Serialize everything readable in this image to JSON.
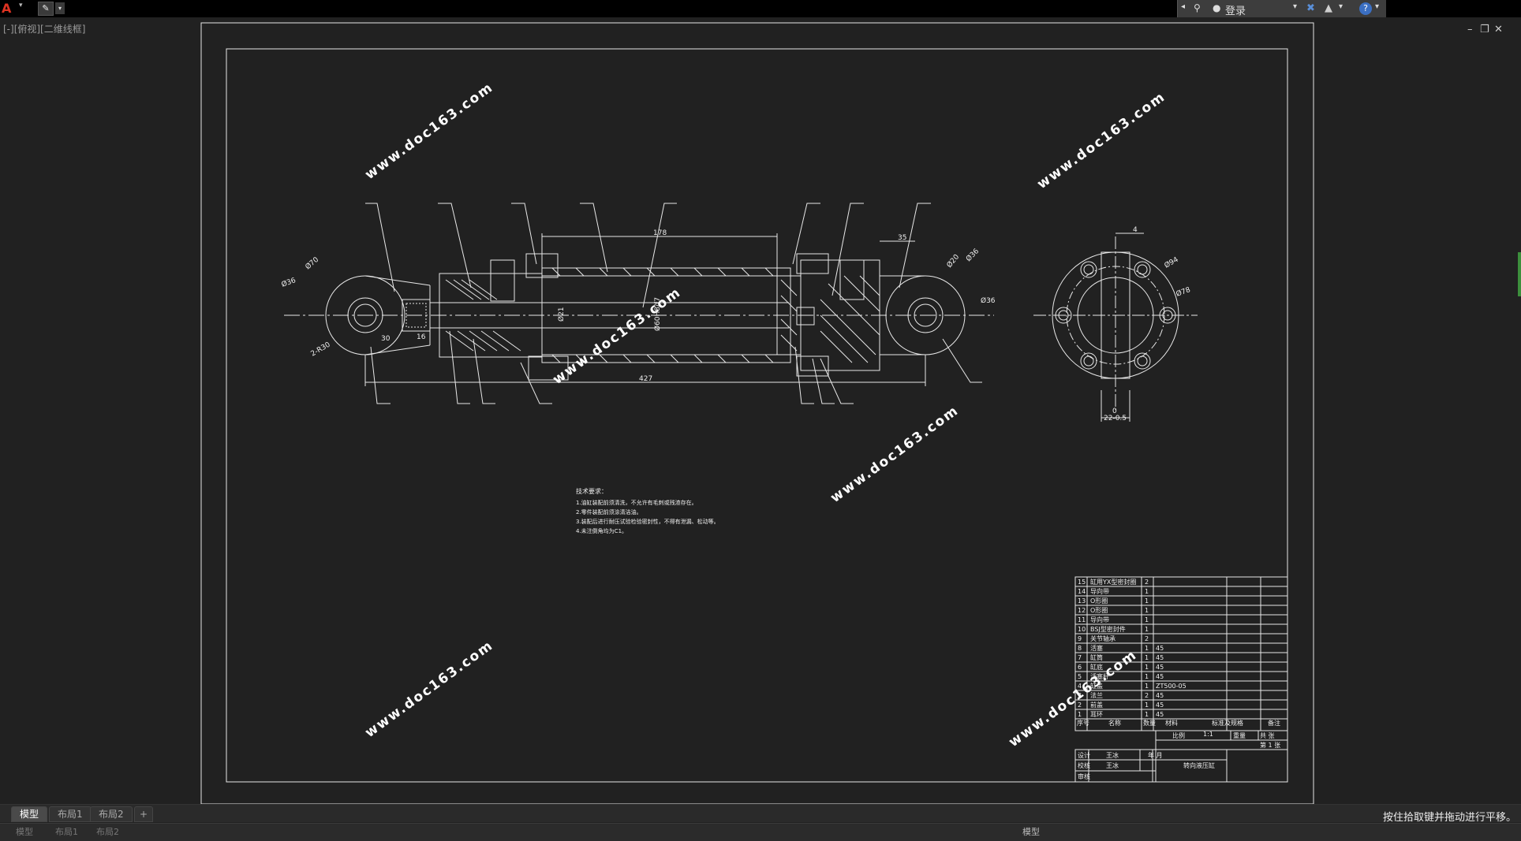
{
  "app": {
    "logo": "A"
  },
  "toolbar": {
    "quick_access_icon": "✎",
    "dropdown": "▾"
  },
  "login": {
    "label": "登录",
    "arrow_left": "◂",
    "dropdown": "▾",
    "help": "?"
  },
  "viewport": {
    "label": "[-][俯视][二维线框]"
  },
  "window_controls": {
    "minimize": "–",
    "restore": "❐",
    "close": "✕"
  },
  "drawing": {
    "dimensions": {
      "d178": "178",
      "d35": "35",
      "d427": "427",
      "d30": "30",
      "d16": "16",
      "d36_left": "Ø36",
      "d70": "Ø70",
      "d21": "Ø21",
      "d60": "Ø60H8/f7",
      "d20": "Ø20",
      "d36_right": "Ø36",
      "d36_right2": "Ø36",
      "d94": "Ø94",
      "d78": "Ø78",
      "r30": "2-R30",
      "d0": "0",
      "d22": "22-0.5",
      "d4": "4"
    },
    "watermark": "www.doc163.com",
    "tech_requirements": {
      "title": "技术要求：",
      "lines": [
        "1.油缸装配前须清洗，不允许有毛刺或残渣存在。",
        "2.零件装配前须涂清洁油。",
        "3.装配后进行耐压试验检验密封性，不得有泄漏、松动等。",
        "4.未注倒角均为C1。"
      ]
    },
    "bom": {
      "rows": [
        {
          "no": "15",
          "name": "缸用YX型密封圈",
          "qty": "2",
          "mat": ""
        },
        {
          "no": "14",
          "name": "导向带",
          "qty": "1",
          "mat": ""
        },
        {
          "no": "13",
          "name": "O形圈",
          "qty": "1",
          "mat": ""
        },
        {
          "no": "12",
          "name": "O形圈",
          "qty": "1",
          "mat": ""
        },
        {
          "no": "11",
          "name": "导向带",
          "qty": "1",
          "mat": ""
        },
        {
          "no": "10",
          "name": "BSJ型密封件",
          "qty": "1",
          "mat": ""
        },
        {
          "no": "9",
          "name": "关节轴承",
          "qty": "2",
          "mat": ""
        },
        {
          "no": "8",
          "name": "活塞",
          "qty": "1",
          "mat": "45"
        },
        {
          "no": "7",
          "name": "缸筒",
          "qty": "1",
          "mat": "45"
        },
        {
          "no": "6",
          "name": "缸底",
          "qty": "1",
          "mat": "45"
        },
        {
          "no": "5",
          "name": "活塞杆",
          "qty": "1",
          "mat": "45"
        },
        {
          "no": "4",
          "name": "缸盖",
          "qty": "1",
          "mat": "ZT500-05"
        },
        {
          "no": "3",
          "name": "法兰",
          "qty": "2",
          "mat": "45"
        },
        {
          "no": "2",
          "name": "前盖",
          "qty": "1",
          "mat": "45"
        },
        {
          "no": "1",
          "name": "耳环",
          "qty": "1",
          "mat": "45"
        }
      ],
      "header": {
        "no": "序号",
        "name": "名称",
        "qty": "数量",
        "mat": "材料",
        "std": "标准及规格",
        "remark": "备注"
      }
    },
    "titleblock": {
      "scale_label": "比例",
      "scale_value": "1:1",
      "weight_label": "重量",
      "sheets_label": "共 张",
      "sheet_no": "第 1 张",
      "design_label": "设计",
      "design_name": "王冰",
      "date_label": "年 月",
      "check_label": "校核",
      "check_name": "王冰",
      "approve_label": "审核",
      "drawing_title": "转向液压缸"
    }
  },
  "tabs": [
    {
      "label": "模型",
      "active": true
    },
    {
      "label": "布局1",
      "active": false
    },
    {
      "label": "布局2",
      "active": false
    },
    {
      "label": "+",
      "active": false
    }
  ],
  "status": {
    "message": "按住拾取键并拖动进行平移。",
    "model_label": "模型"
  }
}
